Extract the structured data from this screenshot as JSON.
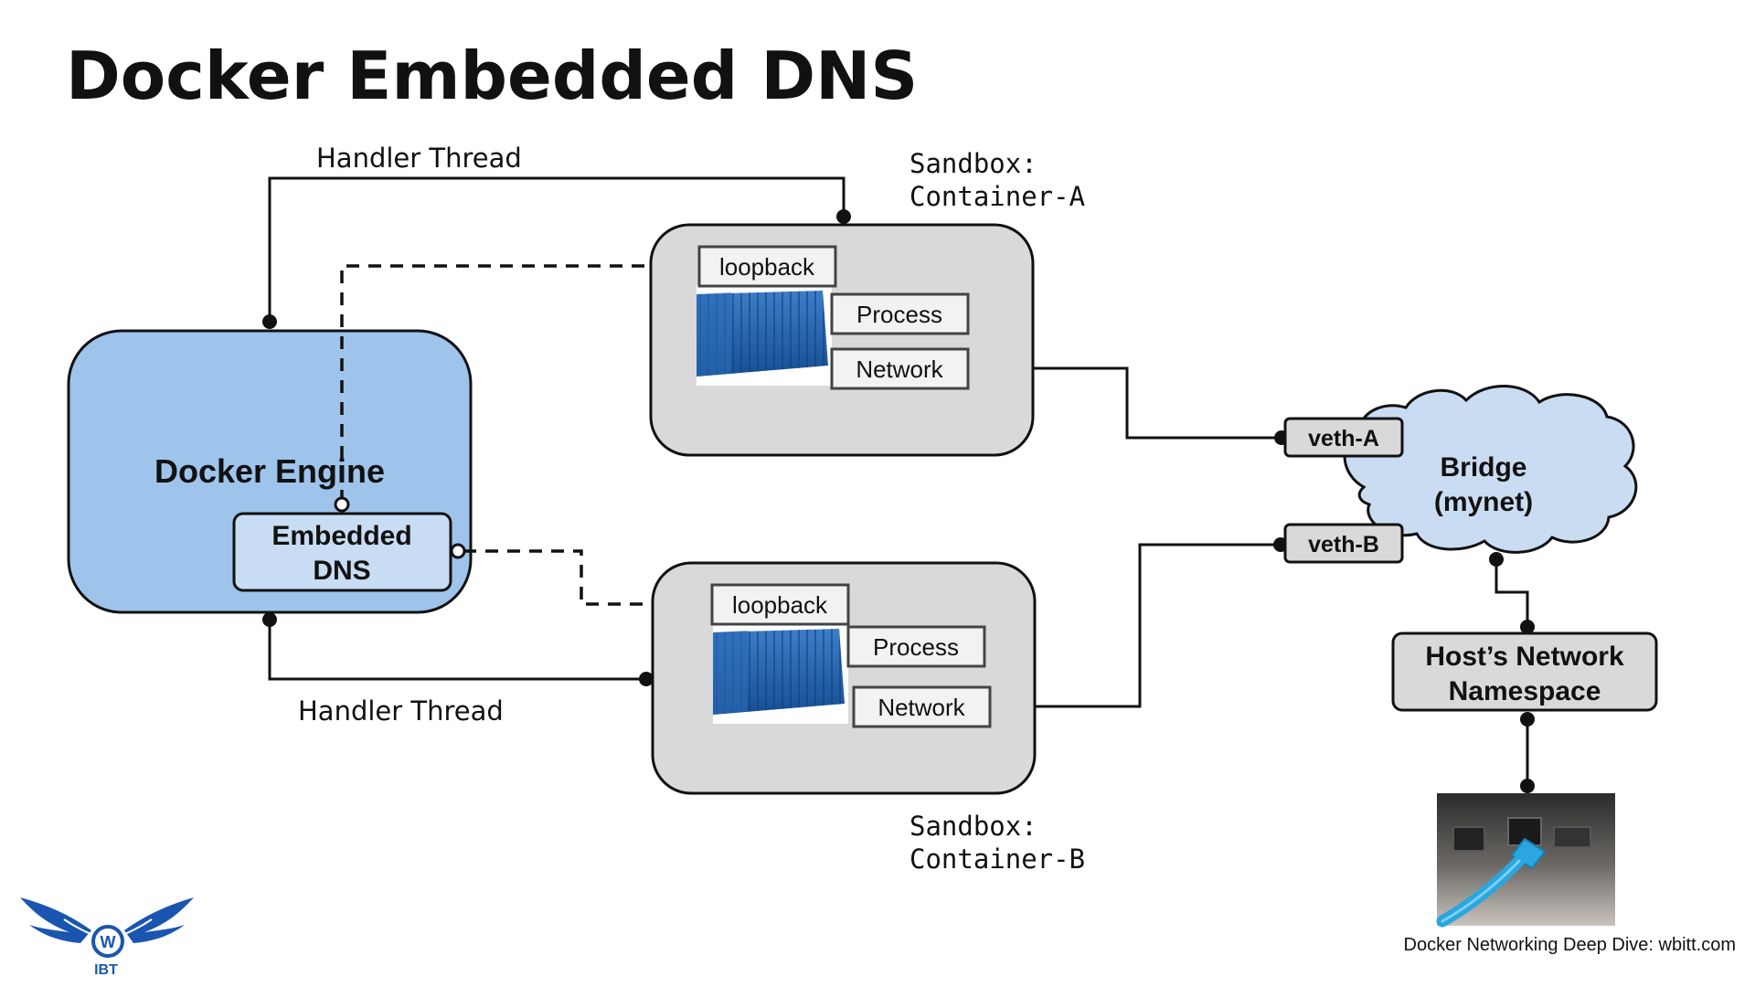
{
  "title": "Docker Embedded DNS",
  "handler_thread_top": "Handler Thread",
  "handler_thread_bottom": "Handler Thread",
  "docker_engine": {
    "label": "Docker Engine",
    "embedded_dns_line1": "Embedded",
    "embedded_dns_line2": "DNS"
  },
  "sandbox_a": {
    "caption_line1": "Sandbox:",
    "caption_line2": "Container-A",
    "loopback": "loopback",
    "process": "Process",
    "network": "Network"
  },
  "sandbox_b": {
    "caption_line1": "Sandbox:",
    "caption_line2": "Container-B",
    "loopback": "loopback",
    "process": "Process",
    "network": "Network"
  },
  "veth_a": "veth-A",
  "veth_b": "veth-B",
  "bridge": {
    "line1": "Bridge",
    "line2": "(mynet)"
  },
  "host_ns": {
    "line1": "Host’s Network",
    "line2": "Namespace"
  },
  "logo": {
    "letter": "W",
    "caption": "IBT"
  },
  "footer": "Docker Networking Deep Dive: wbitt.com",
  "colors": {
    "engine_fill": "#9ec4ec",
    "dns_fill": "#c8ddf3",
    "sandbox_fill": "#d9d9d9",
    "bridge_fill": "#c9dcf2",
    "container_blue": "#1f5fa8",
    "logo_blue": "#1a56b0",
    "cable_blue": "#2aa6e0"
  }
}
